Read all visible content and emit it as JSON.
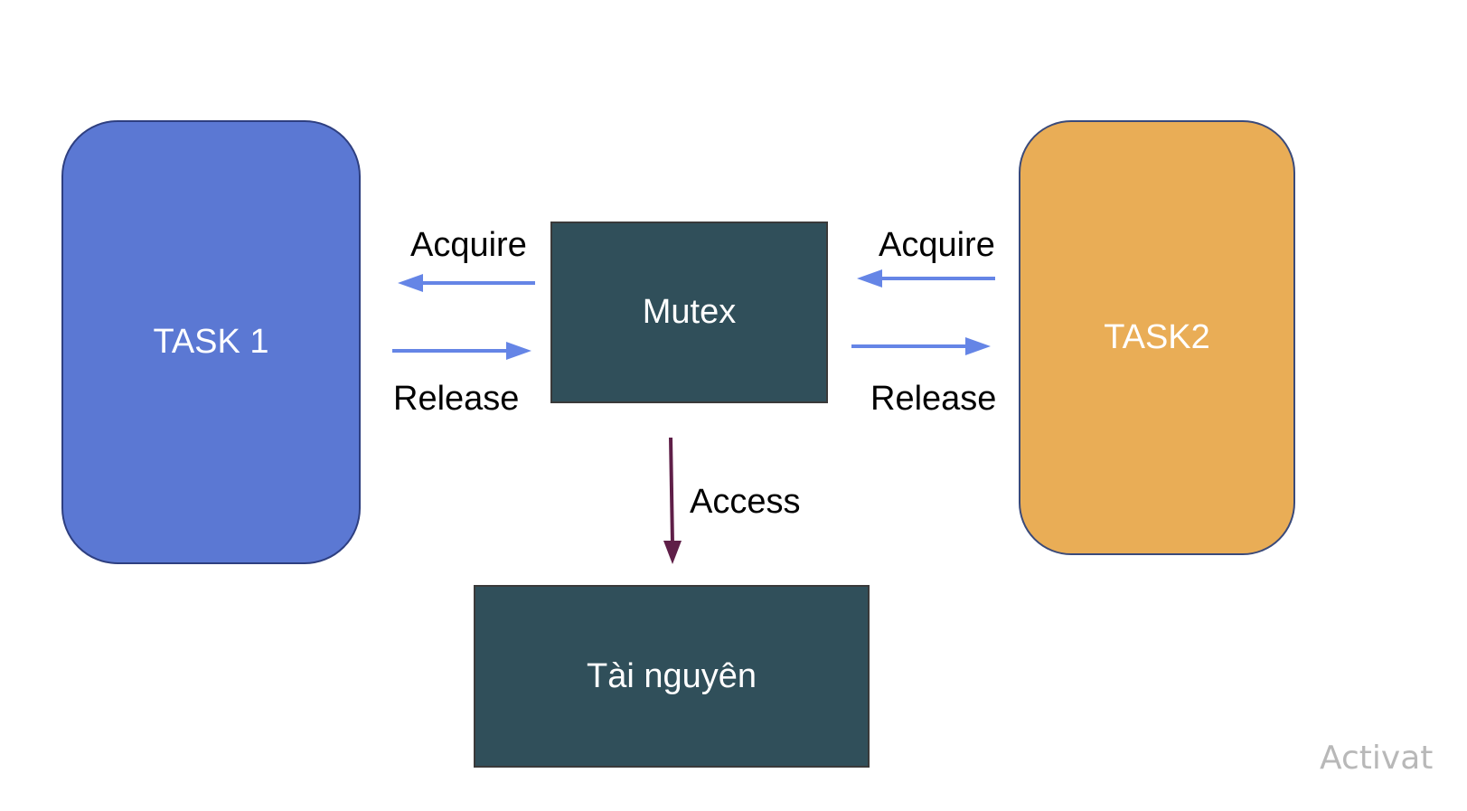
{
  "nodes": {
    "task1": {
      "label": "TASK 1"
    },
    "task2": {
      "label": "TASK2"
    },
    "mutex": {
      "label": "Mutex"
    },
    "resource": {
      "label": "Tài nguyên"
    }
  },
  "edges": {
    "acquire_left": {
      "label": "Acquire"
    },
    "release_left": {
      "label": "Release"
    },
    "acquire_right": {
      "label": "Acquire"
    },
    "release_right": {
      "label": "Release"
    },
    "access": {
      "label": "Access"
    }
  },
  "watermark": "Activat",
  "colors": {
    "task1_fill": "#5b78d3",
    "task2_fill": "#e9ad56",
    "mutex_fill": "#304f5a",
    "resource_fill": "#304f5a",
    "arrow_blue": "#6585e6",
    "arrow_access": "#5f1f48",
    "text_dark": "#000000",
    "text_light": "#ffffff"
  }
}
